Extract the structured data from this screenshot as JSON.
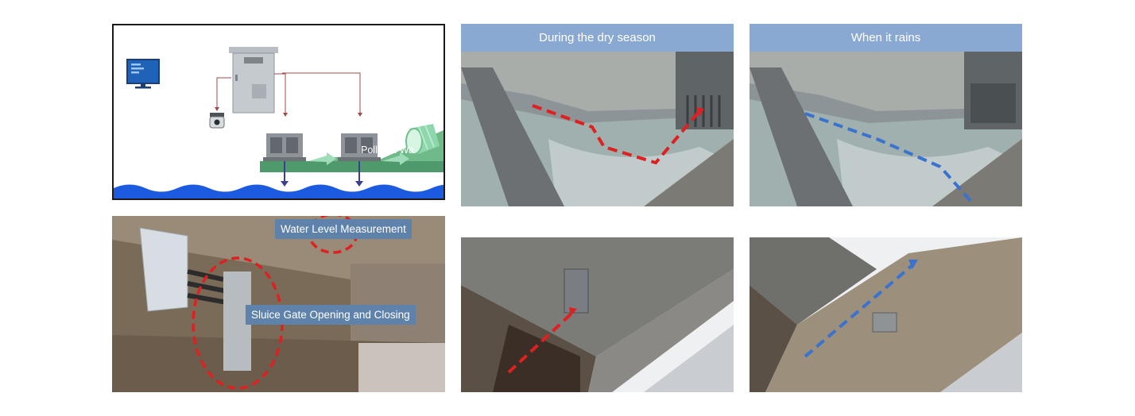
{
  "schematic": {
    "text_polluted": "Polluted Wa",
    "text_water": "Wa",
    "colors": {
      "water": "#1c5ae0",
      "ground": "#4f9a6c",
      "pipe": "#7fd0a0",
      "arrow": "#3a3f90",
      "line": "#a04848"
    }
  },
  "site_photo": {
    "label_water_level": "Water Level Measurement",
    "label_sluice": "Sluice Gate Opening and Closing"
  },
  "dry_season": {
    "title": "During the dry season"
  },
  "rain": {
    "title": "When it rains"
  },
  "colors": {
    "header": "#89a9d3",
    "label": "#5f82ab",
    "red_dash": "#e02020",
    "blue_dash": "#3a72d0"
  },
  "icons": [
    "monitor-icon",
    "control-cabinet-icon",
    "camera-icon",
    "gate-actuator-icon",
    "pipe-icon"
  ]
}
